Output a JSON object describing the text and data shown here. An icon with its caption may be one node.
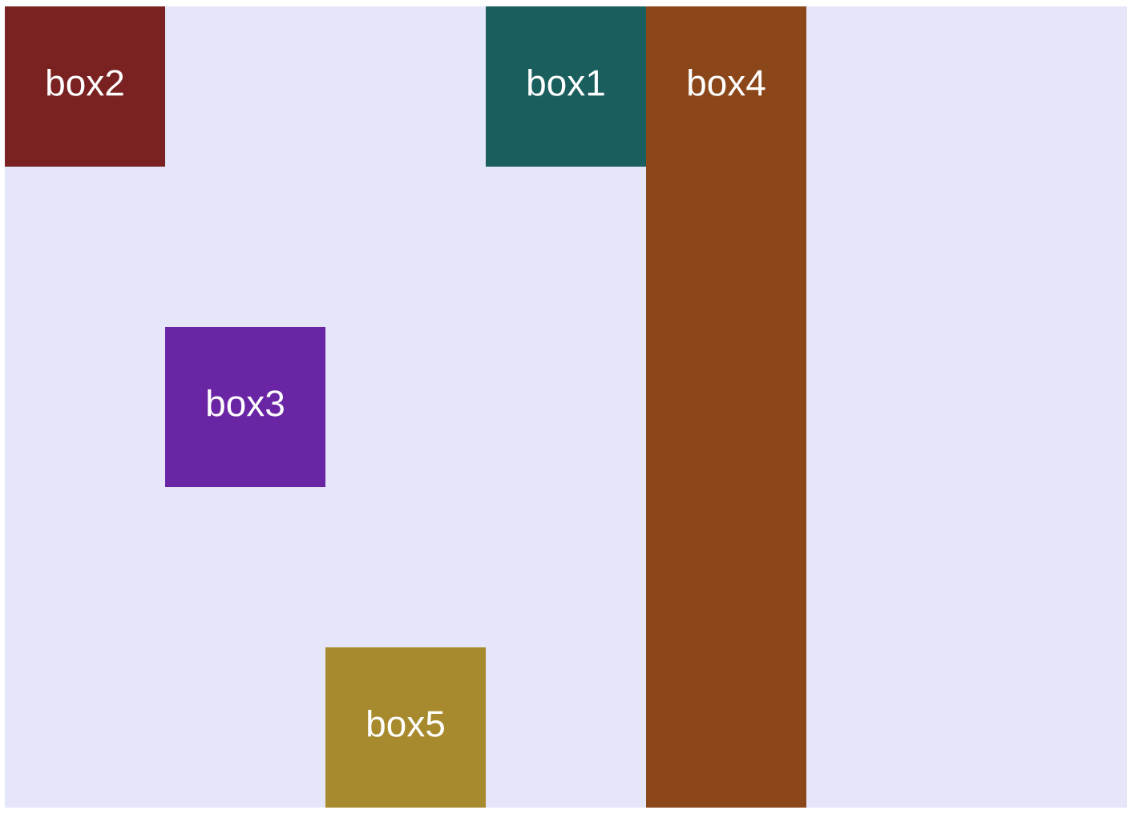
{
  "diagram": {
    "nodes": [
      {
        "text": [
          "box2"
        ]
      },
      {
        "text": [
          "box1"
        ]
      },
      {
        "text": [
          "box4"
        ]
      },
      {
        "text": [
          "box3"
        ]
      },
      {
        "text": [
          "box5"
        ]
      }
    ]
  }
}
